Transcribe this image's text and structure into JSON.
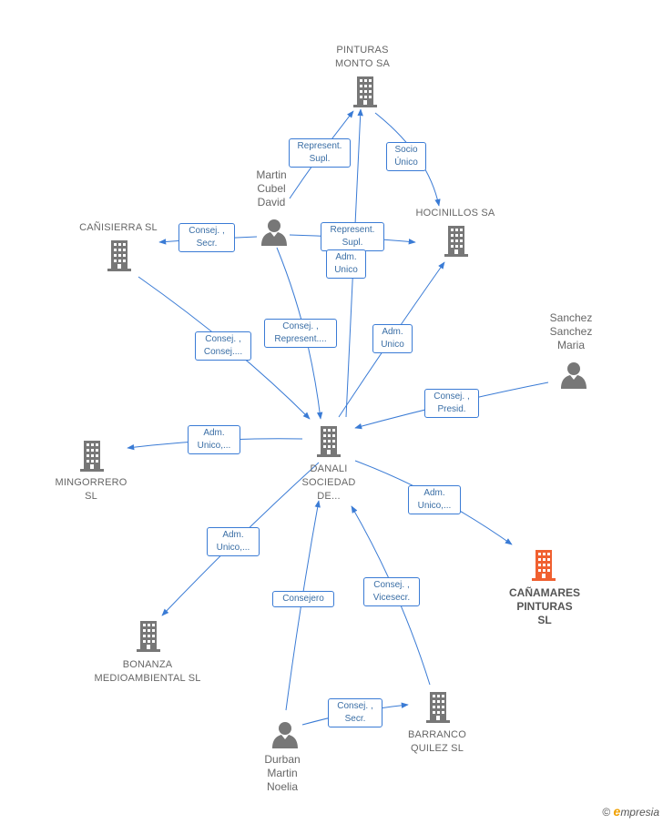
{
  "colors": {
    "edge": "#3a7bd5",
    "building": "#777777",
    "highlight": "#f06030",
    "person": "#777777"
  },
  "nodes": {
    "pinturas_monto": {
      "label": "PINTURAS\nMONTO SA",
      "icon": "building-icon"
    },
    "hocinillos": {
      "label": "HOCINILLOS SA",
      "icon": "building-icon"
    },
    "canisierra": {
      "label": "CAÑISIERRA SL",
      "icon": "building-icon"
    },
    "martin_cubel": {
      "label": "Martin\nCubel\nDavid",
      "icon": "person-icon"
    },
    "sanchez": {
      "label": "Sanchez\nSanchez\nMaria",
      "icon": "person-icon"
    },
    "danali": {
      "label": "DANALI\nSOCIEDAD\nDE...",
      "icon": "building-icon"
    },
    "mingorrero": {
      "label": "MINGORRERO\nSL",
      "icon": "building-icon"
    },
    "canamares": {
      "label": "CAÑAMARES\nPINTURAS\nSL",
      "icon": "building-icon"
    },
    "bonanza": {
      "label": "BONANZA\nMEDIOAMBIENTAL SL",
      "icon": "building-icon"
    },
    "barranco": {
      "label": "BARRANCO\nQUILEZ SL",
      "icon": "building-icon"
    },
    "durban": {
      "label": "Durban\nMartin\nNoelia",
      "icon": "person-icon"
    }
  },
  "edges": {
    "e1": "Represent.\nSupl.",
    "e2": "Socio\nÚnico",
    "e3": "Consej. ,\nSecr.",
    "e4": "Represent.\nSupl.",
    "e5": "Adm.\nUnico",
    "e6": "Consej. ,\nConsej....",
    "e7": "Consej. ,\nRepresent....",
    "e8": "Adm.\nUnico",
    "e9": "Consej. ,\nPresid.",
    "e10": "Adm.\nUnico,...",
    "e11": "Adm.\nUnico,...",
    "e12": "Adm.\nUnico,...",
    "e13": "Consejero",
    "e14": "Consej. ,\nVicesecr.",
    "e15": "Consej. ,\nSecr."
  },
  "footer": {
    "copyright": "©",
    "brand_e": "e",
    "brand_rest": "mpresia"
  }
}
